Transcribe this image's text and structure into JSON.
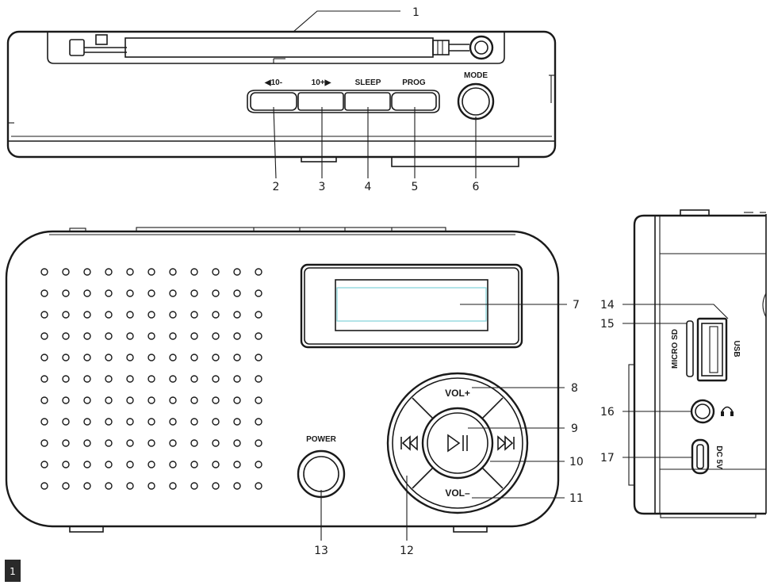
{
  "top_view": {
    "button_labels": [
      "◀10-",
      "10+▶",
      "SLEEP",
      "PROG"
    ],
    "mode_label": "MODE"
  },
  "front_view": {
    "power_label": "POWER",
    "vol_up_label": "VOL+",
    "vol_down_label": "VOL–"
  },
  "side_view": {
    "micro_sd_label": "MICRO SD",
    "usb_label": "USB",
    "dc_label": "DC 5V"
  },
  "callouts": [
    "1",
    "2",
    "3",
    "4",
    "5",
    "6",
    "7",
    "8",
    "9",
    "10",
    "11",
    "12",
    "13",
    "14",
    "15",
    "16",
    "17"
  ],
  "page_badge": "1",
  "colors": {
    "display_outline": "#7fd3d8",
    "ink": "#1a1a1a",
    "badge_bg": "#2a2a2a"
  }
}
